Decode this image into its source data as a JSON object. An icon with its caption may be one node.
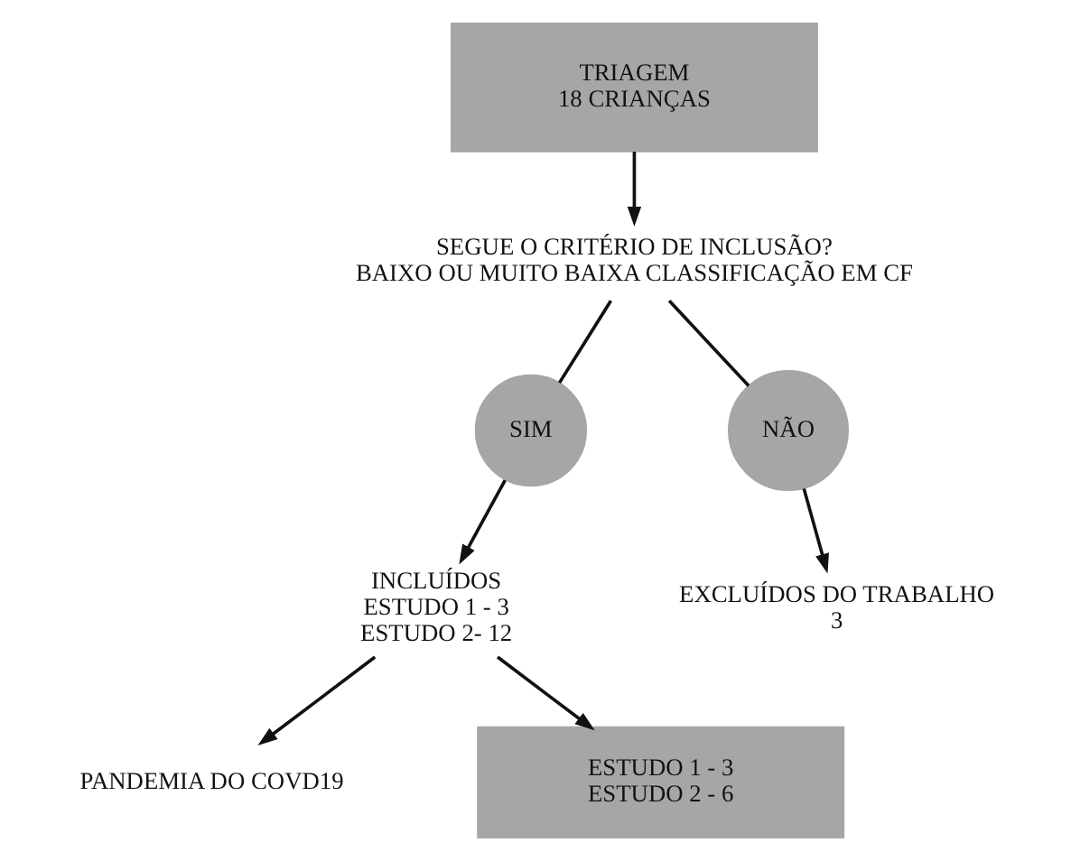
{
  "diagram": {
    "nodes": [
      {
        "text": [
          "TRIAGEM",
          "18 CRIANÇAS"
        ]
      },
      {
        "text": [
          "SEGUE O CRITÉRIO DE INCLUSÃO?",
          "BAIXO OU MUITO BAIXA CLASSIFICAÇÃO EM CF"
        ]
      },
      {
        "text": [
          "SIM"
        ]
      },
      {
        "text": [
          "NÃO"
        ]
      },
      {
        "text": [
          "INCLUÍDOS",
          "ESTUDO 1 - 3",
          "ESTUDO 2- 12"
        ]
      },
      {
        "text": [
          "EXCLUÍDOS DO TRABALHO",
          "3"
        ]
      },
      {
        "text": [
          "PANDEMIA DO COVD19"
        ]
      },
      {
        "text": [
          "ESTUDO 1 - 3",
          "ESTUDO 2 - 6"
        ]
      }
    ],
    "edges": [
      {
        "from": 0,
        "to": 1,
        "arrow": "to"
      },
      {
        "from": 1,
        "to": 2,
        "arrow": "none"
      },
      {
        "from": 1,
        "to": 3,
        "arrow": "none"
      },
      {
        "from": 2,
        "to": 4,
        "arrow": "to"
      },
      {
        "from": 3,
        "to": 5,
        "arrow": "to"
      },
      {
        "from": 4,
        "to": 6,
        "arrow": "to"
      },
      {
        "from": 4,
        "to": 7,
        "arrow": "to"
      }
    ]
  }
}
